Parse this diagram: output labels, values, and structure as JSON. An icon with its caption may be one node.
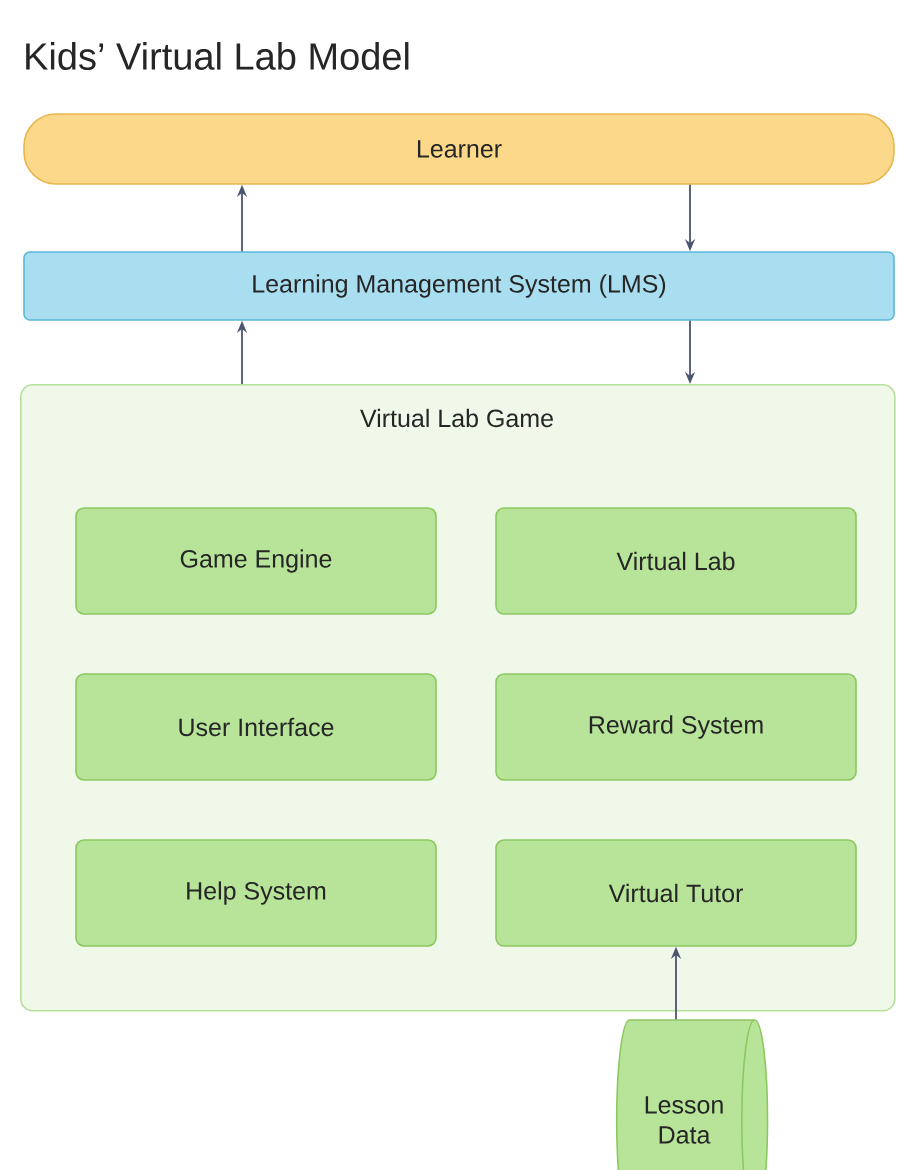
{
  "diagram": {
    "title": "Kids’ Virtual Lab Model",
    "nodes": [
      {
        "text": [
          "Learner"
        ]
      },
      {
        "text": [
          "Learning Management System (LMS)"
        ]
      },
      {
        "text": [
          "Virtual Lab Game"
        ]
      },
      {
        "text": [
          "Game Engine"
        ],
        "in": 2
      },
      {
        "text": [
          "Virtual Lab"
        ],
        "in": 2
      },
      {
        "text": [
          "User Interface"
        ],
        "in": 2
      },
      {
        "text": [
          "Reward System"
        ],
        "in": 2
      },
      {
        "text": [
          "Help System"
        ],
        "in": 2
      },
      {
        "text": [
          "Virtual Tutor"
        ],
        "in": 2
      },
      {
        "text": [
          "Lesson Data"
        ]
      }
    ],
    "edges": [
      {
        "from": 1,
        "to": 0,
        "arrow": "to"
      },
      {
        "from": 0,
        "to": 1,
        "arrow": "to"
      },
      {
        "from": 2,
        "to": 1,
        "arrow": "to"
      },
      {
        "from": 1,
        "to": 2,
        "arrow": "to"
      },
      {
        "from": 9,
        "to": 8,
        "arrow": "to"
      }
    ]
  }
}
